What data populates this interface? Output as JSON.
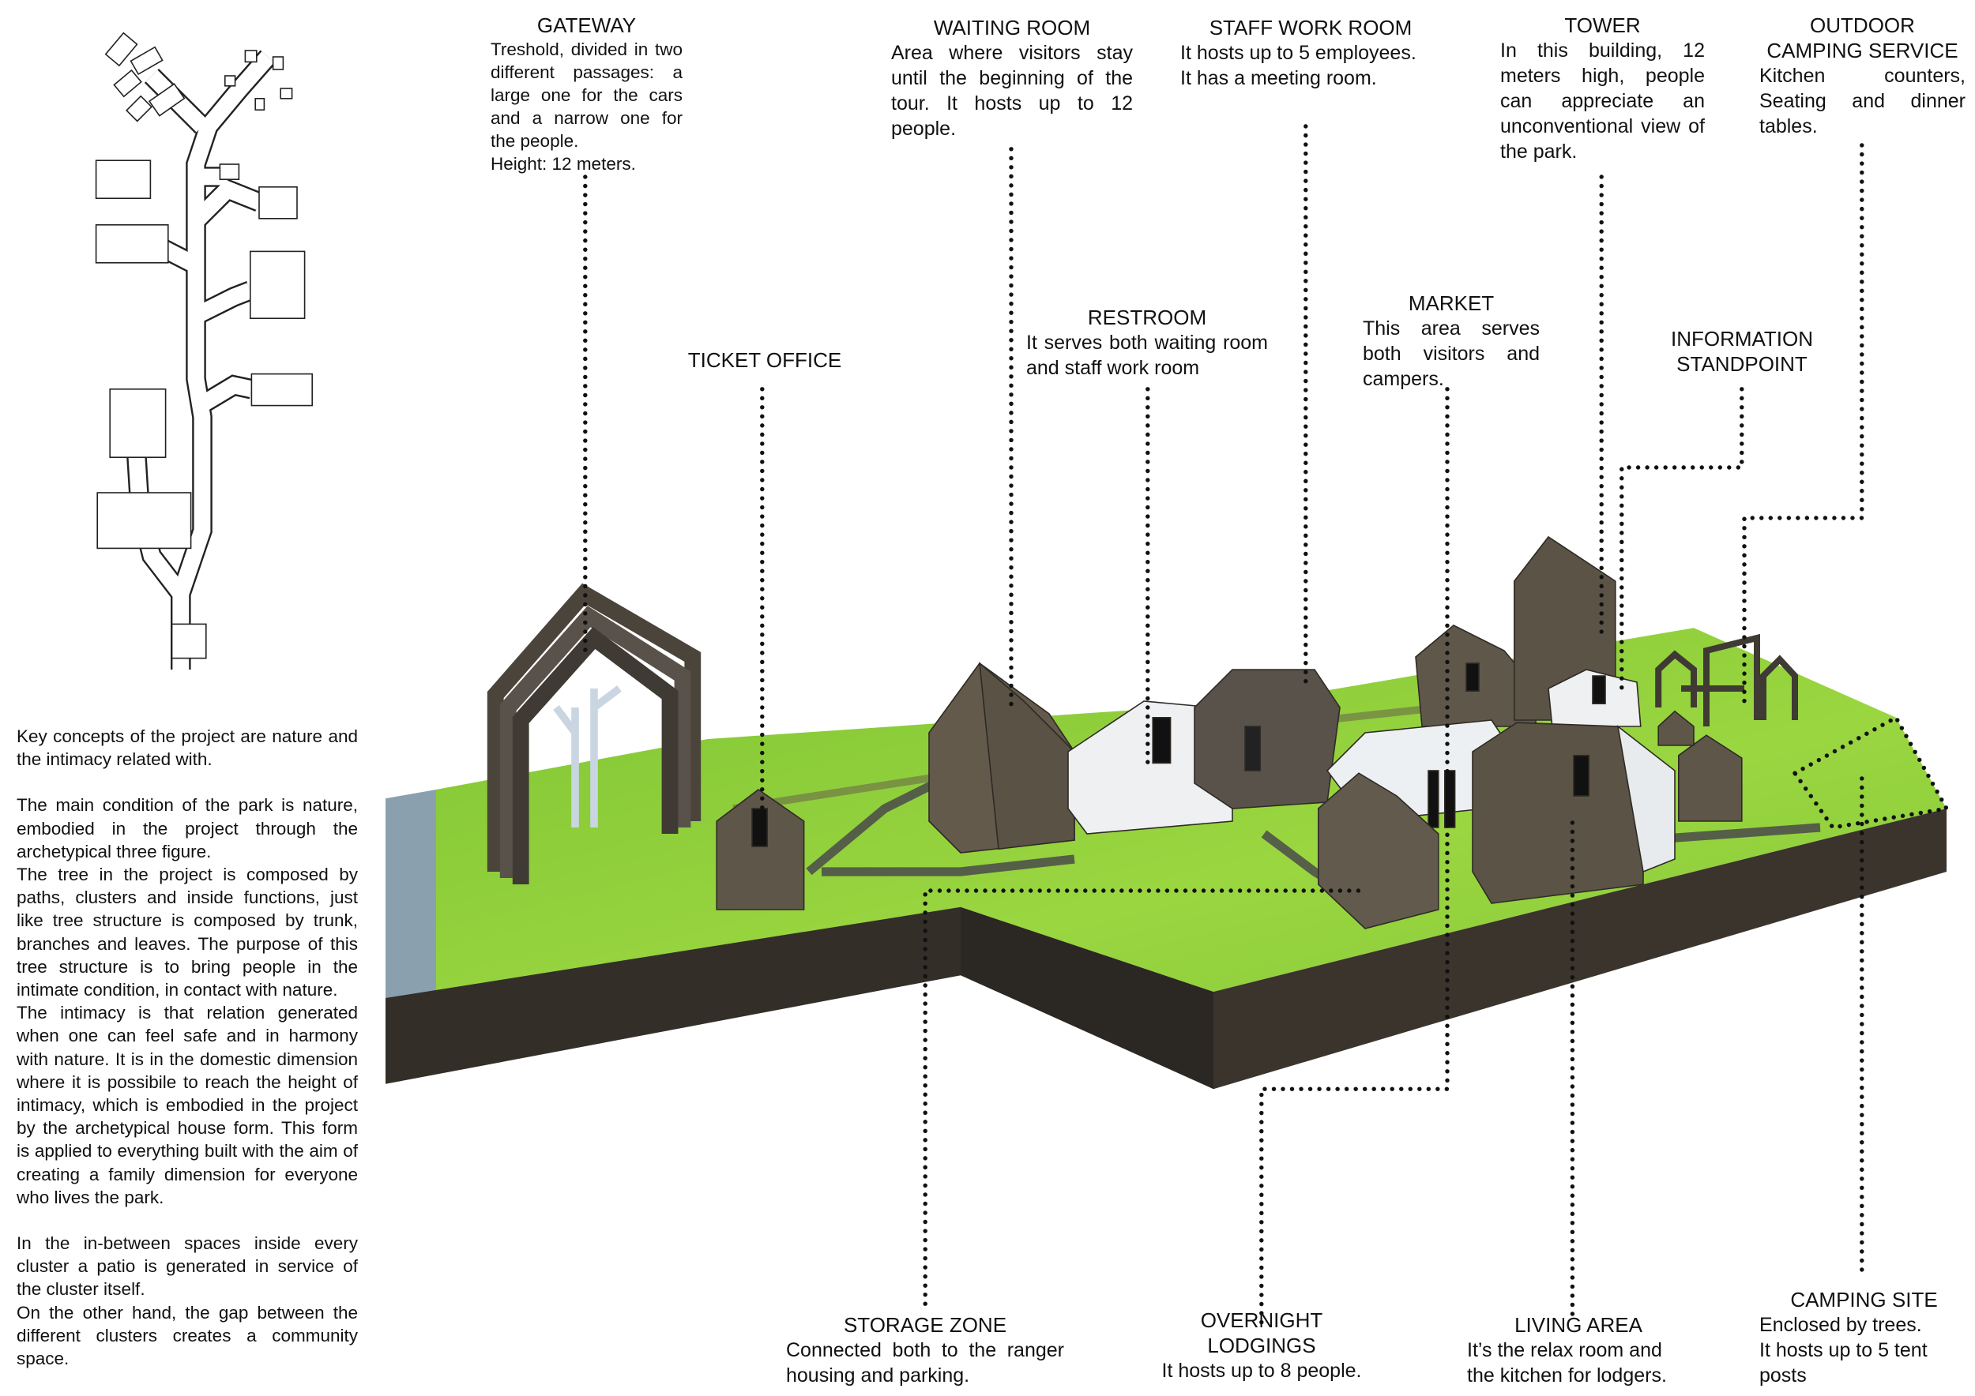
{
  "intro_text": {
    "p1": "Key concepts of the project are nature and the intimacy related with.",
    "p2": "The main condition of the park is nature, embodied in the project through the archetypical three figure.",
    "p3": "The tree in the project is composed by paths, clusters and inside functions, just like tree structure is composed by trunk, branches and leaves. The purpose of this tree structure is to bring people in the intimate condition, in contact with nature.",
    "p4": "The intimacy is that relation generated when one can feel safe and in harmony with nature. It is in the domestic dimension where it is possibile to reach the height of intimacy, which is embodied in the project by the archetypical house form. This form is applied to everything built with the aim of creating a family dimension for everyone who lives the park.",
    "p5": "In the in-between spaces inside every cluster a patio is generated in service of the cluster itself.",
    "p6": "On the other hand, the gap between the different clusters creates a community space."
  },
  "labels": {
    "gateway": {
      "title": "GATEWAY",
      "body": "Treshold, divided in two different passages: a large one for the cars and a narrow one for the people.",
      "extra": "Height: 12 meters."
    },
    "ticket_office": {
      "title": "TICKET OFFICE"
    },
    "waiting_room": {
      "title": "WAITING ROOM",
      "body": "Area where visitors stay until the beginning of the tour. It hosts up to 12 people."
    },
    "restroom": {
      "title": "RESTROOM",
      "body": "It serves both waiting room and staff work room"
    },
    "staff_work_room": {
      "title": "STAFF WORK ROOM",
      "body": "It hosts up to 5 employees.",
      "extra": "It has a meeting room."
    },
    "market": {
      "title": "MARKET",
      "body": "This area serves both visitors and campers."
    },
    "tower": {
      "title": "TOWER",
      "body": "In this building, 12 meters high, people can appreciate an unconventional view of the park."
    },
    "information_standpoint": {
      "title": "INFORMATION STANDPOINT"
    },
    "outdoor_camping_service": {
      "title": "OUTDOOR",
      "title2": "CAMPING SERVICE",
      "body": "Kitchen counters, Seating and dinner tables."
    },
    "storage_zone": {
      "title": "STORAGE ZONE",
      "body": "Connected both to the ranger housing and parking."
    },
    "overnight_lodgings": {
      "title": "OVERNIGHT",
      "title2": "LODGINGS",
      "body": "It hosts up to 8 people."
    },
    "living_area": {
      "title": "LIVING AREA",
      "body": "It’s the relax room and the kitchen for lodgers."
    },
    "camping_site": {
      "title": "CAMPING SITE",
      "body": "Enclosed by trees.",
      "extra": "It hosts up to 5  tent posts"
    }
  },
  "colors": {
    "grass": "#8fcf3c",
    "ground_side": "#3a342d",
    "wood": "#5e5649",
    "white_building": "#eef0f2"
  }
}
